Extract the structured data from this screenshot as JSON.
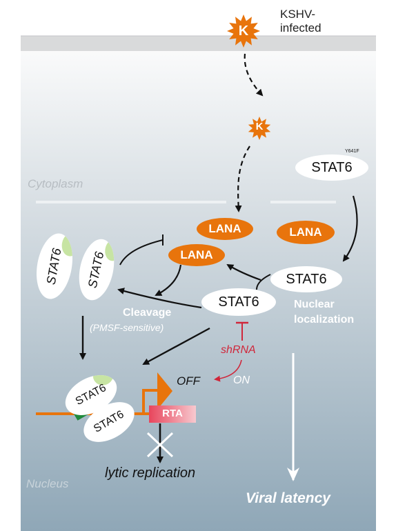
{
  "header": {
    "virus_label_line1": "KSHV-",
    "virus_label_line2": "infected"
  },
  "virus": {
    "badge": "K"
  },
  "compartments": {
    "cytoplasm": "Cytoplasm",
    "nucleus": "Nucleus"
  },
  "proteins": {
    "stat6": "STAT6",
    "stat6_mutation": "Y641F",
    "lana": "LANA",
    "rta": "RTA"
  },
  "processes": {
    "cleavage": "Cleavage",
    "cleavage_note": "(PMSF-sensitive)",
    "nuclear_localization_line1": "Nuclear",
    "nuclear_localization_line2": "localization",
    "shrna": "shRNA",
    "off": "OFF",
    "on": "ON",
    "lytic_replication": "lytic replication",
    "viral_latency": "Viral latency"
  },
  "colors": {
    "orange": "#e8740c",
    "green_domain": "#1f8a3c",
    "red_inhibition": "#d0263a",
    "membrane": "#d9dadb"
  }
}
